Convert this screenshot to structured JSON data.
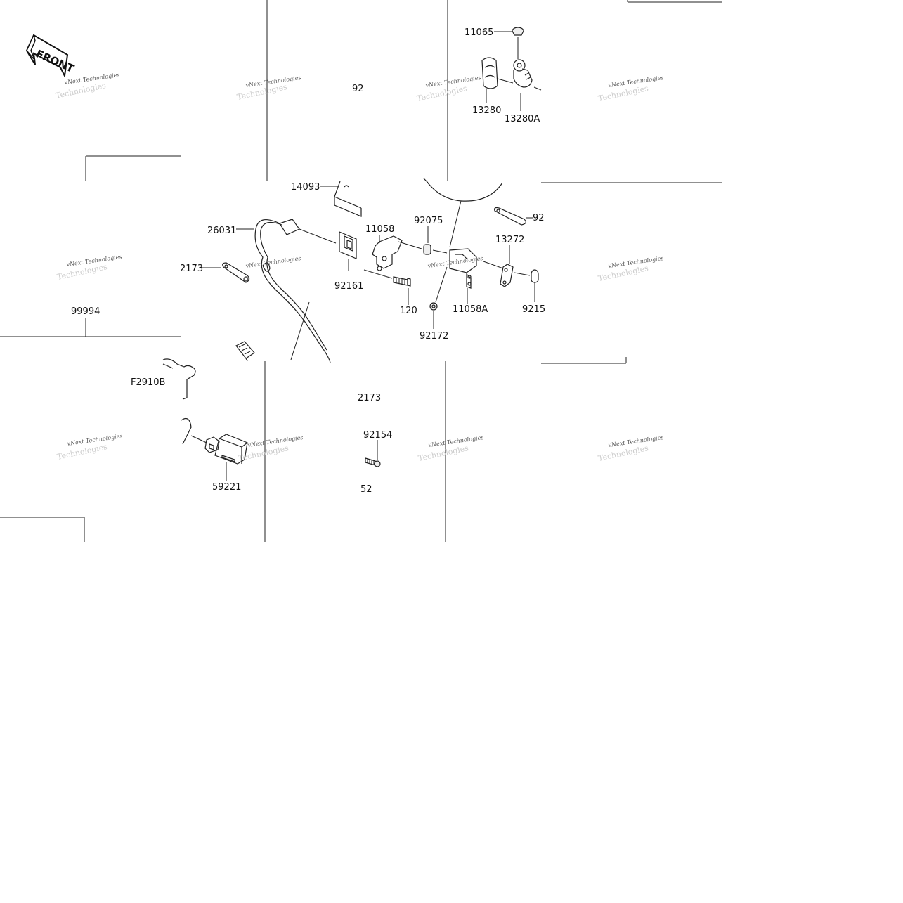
{
  "front_mark": {
    "text": "FRONT"
  },
  "labels": {
    "p11065": "11065",
    "p13280": "13280",
    "p13280A": "13280A",
    "p92_top": "92",
    "p14093": "14093",
    "p26031": "26031",
    "p11058": "11058",
    "p92075": "92075",
    "p13272": "13272",
    "p92_right": "92",
    "p2173_left": "2173",
    "p92161": "92161",
    "p120": "120",
    "p11058A": "11058A",
    "p9215_right": "9215",
    "p92172": "92172",
    "p99994": "99994",
    "pF2910B": "F2910B",
    "p2173_lower": "2173",
    "p92154": "92154",
    "p52": "52",
    "p59221": "59221"
  },
  "watermark": {
    "line1": "vNext Technologies",
    "line2": "Technologies"
  }
}
